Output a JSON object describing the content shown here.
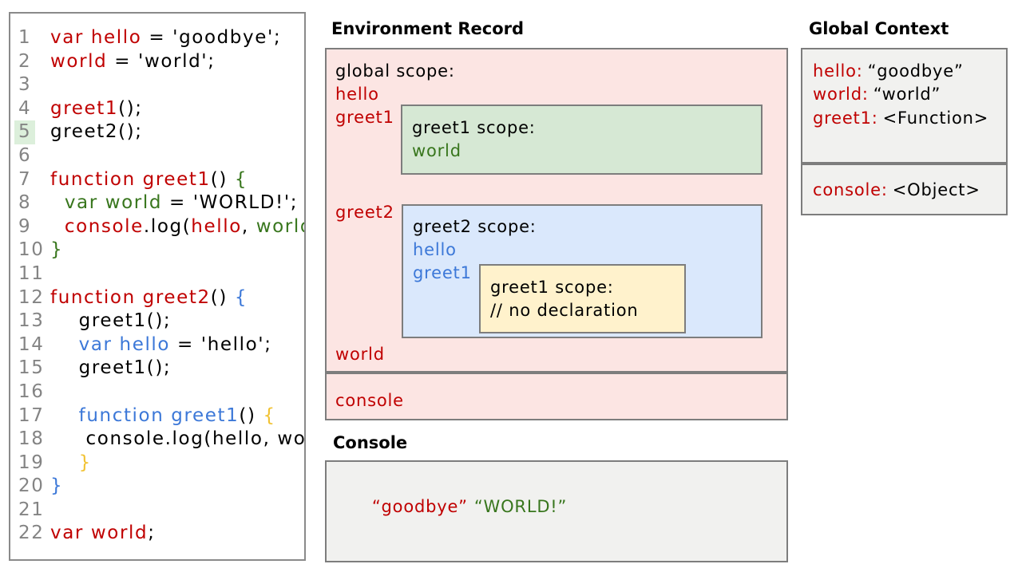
{
  "code_panel": {
    "highlighted_line": 5,
    "lines": [
      {
        "n": "1",
        "segs": [
          [
            "red",
            "var hello"
          ],
          [
            "black",
            " = 'goodbye';"
          ]
        ]
      },
      {
        "n": "2",
        "segs": [
          [
            "red",
            "world"
          ],
          [
            "black",
            " = 'world';"
          ]
        ]
      },
      {
        "n": "3",
        "segs": []
      },
      {
        "n": "4",
        "segs": [
          [
            "red",
            "greet1"
          ],
          [
            "black",
            "();"
          ]
        ]
      },
      {
        "n": "5",
        "segs": [
          [
            "black",
            "greet2();"
          ]
        ]
      },
      {
        "n": "6",
        "segs": []
      },
      {
        "n": "7",
        "segs": [
          [
            "red",
            "function greet1"
          ],
          [
            "black",
            "() "
          ],
          [
            "green",
            "{"
          ]
        ]
      },
      {
        "n": "8",
        "segs": [
          [
            "green",
            "  var world"
          ],
          [
            "black",
            " = 'WORLD!';"
          ]
        ]
      },
      {
        "n": "9",
        "segs": [
          [
            "black",
            "  "
          ],
          [
            "red",
            "console"
          ],
          [
            "black",
            ".log("
          ],
          [
            "red",
            "hello"
          ],
          [
            "black",
            ", "
          ],
          [
            "green",
            "world"
          ],
          [
            "black",
            ");"
          ]
        ]
      },
      {
        "n": "10",
        "segs": [
          [
            "green",
            "}"
          ]
        ]
      },
      {
        "n": "11",
        "segs": []
      },
      {
        "n": "12",
        "segs": [
          [
            "red",
            "function greet2"
          ],
          [
            "black",
            "() "
          ],
          [
            "blue",
            "{"
          ]
        ]
      },
      {
        "n": "13",
        "segs": [
          [
            "black",
            "    greet1();"
          ]
        ]
      },
      {
        "n": "14",
        "segs": [
          [
            "blue",
            "    var hello"
          ],
          [
            "black",
            " = 'hello';"
          ]
        ]
      },
      {
        "n": "15",
        "segs": [
          [
            "black",
            "    greet1();"
          ]
        ]
      },
      {
        "n": "16",
        "segs": []
      },
      {
        "n": "17",
        "segs": [
          [
            "blue",
            "    function greet1"
          ],
          [
            "black",
            "() "
          ],
          [
            "yellow",
            "{"
          ]
        ]
      },
      {
        "n": "18",
        "segs": [
          [
            "black",
            "     console.log(hello, world);"
          ]
        ]
      },
      {
        "n": "19",
        "segs": [
          [
            "yellow",
            "    }"
          ]
        ]
      },
      {
        "n": "20",
        "segs": [
          [
            "blue",
            "}"
          ]
        ]
      },
      {
        "n": "21",
        "segs": []
      },
      {
        "n": "22",
        "segs": [
          [
            "red",
            "var world"
          ],
          [
            "black",
            ";"
          ]
        ]
      }
    ]
  },
  "environment_record": {
    "heading": "Environment Record",
    "global_scope": {
      "title": "global scope:",
      "var_hello": "hello",
      "var_greet1": "greet1",
      "var_greet2": "greet2",
      "var_world": "world"
    },
    "greet1_scope": {
      "title": "greet1 scope:",
      "var_world": "world"
    },
    "greet2_scope": {
      "title": "greet2 scope:",
      "var_hello": "hello",
      "var_greet1": "greet1"
    },
    "greet1_inner_scope": {
      "title": "greet1 scope:",
      "comment": "// no declaration"
    },
    "console_record": {
      "var_console": "console"
    }
  },
  "console": {
    "heading": "Console",
    "output_red": "“goodbye”",
    "output_green": "“WORLD!”"
  },
  "global_context": {
    "heading": "Global Context",
    "entries": [
      {
        "label": "hello:",
        "value": "“goodbye”"
      },
      {
        "label": "world:",
        "value": "“world”"
      },
      {
        "label": "greet1:",
        "value": "<Function>"
      }
    ],
    "console_entry": {
      "label": "console:",
      "value": "<Object>"
    }
  },
  "colors": {
    "accent_red": "#c00000",
    "accent_green": "#38761d",
    "accent_blue": "#3c78d8",
    "accent_yellow": "#f1c232",
    "pink_fill": "#fce5e3",
    "green_fill": "#d6e8d4",
    "blue_fill": "#dae8fc",
    "yellow_fill": "#fff2cc",
    "gray_fill": "#f1f1ef",
    "line_highlight": "#dcefdb"
  }
}
